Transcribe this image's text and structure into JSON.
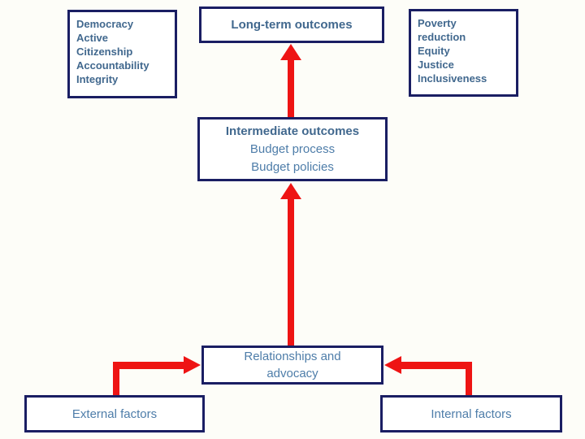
{
  "diagram": {
    "boxes": {
      "drivers": {
        "lines": [
          "Democracy",
          "Active",
          "Citizenship",
          "Accountability",
          "Integrity"
        ]
      },
      "long_term": {
        "label": "Long-term outcomes"
      },
      "impacts": {
        "lines": [
          "Poverty",
          "reduction",
          "Equity",
          "Justice",
          "Inclusiveness"
        ]
      },
      "intermediate": {
        "title": "Intermediate outcomes",
        "lines": [
          "Budget process",
          "Budget policies"
        ]
      },
      "relationships": {
        "lines": [
          "Relationships and",
          "advocacy"
        ]
      },
      "external": {
        "label": "External factors"
      },
      "internal": {
        "label": "Internal factors"
      }
    },
    "colors": {
      "box_border": "#1A1E63",
      "arrow": "#EE1414",
      "text_bold": "#41688E",
      "text_regular": "#4E7DA9",
      "background": "#FDFDF8"
    }
  }
}
